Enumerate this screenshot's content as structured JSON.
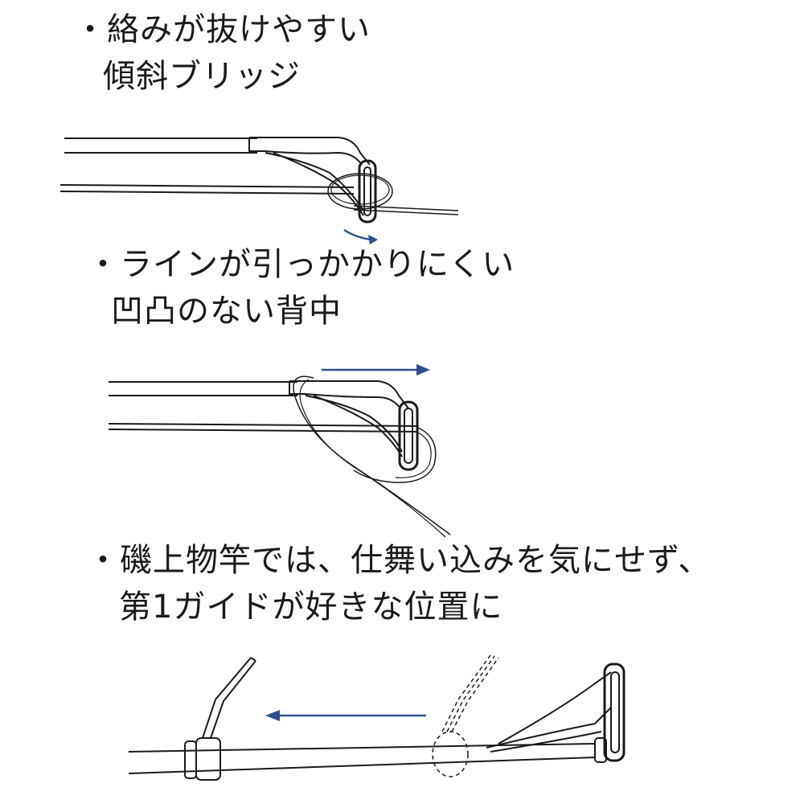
{
  "captions": [
    {
      "line1": "・絡みが抜けやすい",
      "line2": "傾斜ブリッジ"
    },
    {
      "line1": "・ラインが引っかかりにくい",
      "line2": "凹凸のない背中"
    },
    {
      "line1": "・磯上物竿では、仕舞い込みを気にせず、",
      "line2": "第1ガイドが好きな位置に"
    }
  ],
  "colors": {
    "arrow": "#2b4f8e",
    "stroke": "#1a1a1a",
    "text": "#1a1a1a"
  }
}
